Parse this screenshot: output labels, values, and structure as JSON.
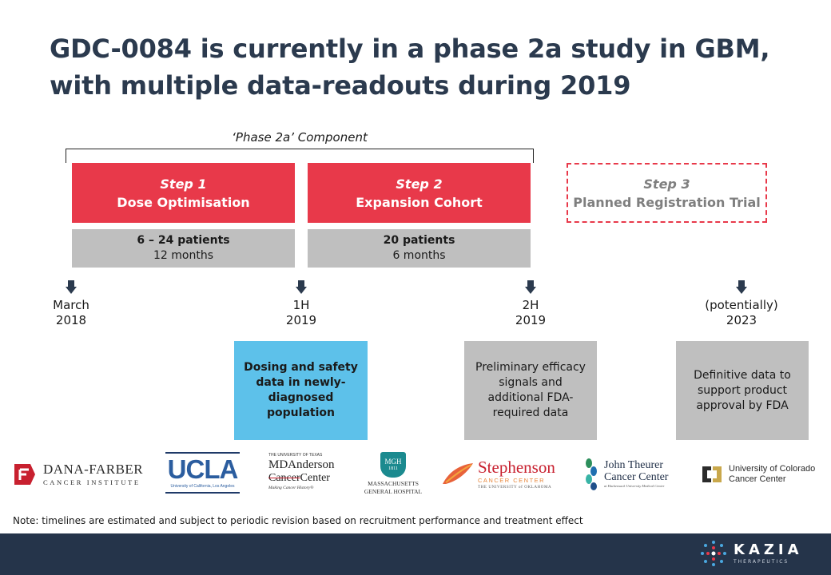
{
  "title": {
    "line1": "GDC-0084 is currently in a phase 2a study in GBM,",
    "line2": "with multiple data-readouts during 2019"
  },
  "component_label": "‘Phase 2a’ Component",
  "steps": [
    {
      "number": "Step 1",
      "name": "Dose Optimisation"
    },
    {
      "number": "Step 2",
      "name": "Expansion Cohort"
    },
    {
      "number": "Step 3",
      "name": "Planned Registration Trial"
    }
  ],
  "patients": [
    {
      "count": "6 – 24 patients",
      "duration": "12 months"
    },
    {
      "count": "20 patients",
      "duration": "6 months"
    }
  ],
  "milestones": [
    {
      "line1": "March",
      "line2": "2018"
    },
    {
      "line1": "1H",
      "line2": "2019"
    },
    {
      "line1": "2H",
      "line2": "2019"
    },
    {
      "line1": "(potentially)",
      "line2": "2023"
    }
  ],
  "readouts": [
    "Dosing and safety data in newly-diagnosed population",
    "Preliminary efficacy signals and additional FDA-required data",
    "Definitive data to support product approval by FDA"
  ],
  "logos": {
    "dana_farber": {
      "line1": "DANA-FARBER",
      "line2": "CANCER INSTITUTE"
    },
    "ucla": {
      "name": "UCLA",
      "sub": "University of California, Los Angeles"
    },
    "md_anderson": {
      "top": "THE UNIVERSITY OF TEXAS",
      "name": "MDAnderson",
      "line2a": "Cancer",
      "line2b": "Center",
      "tagline": "Making Cancer History®"
    },
    "mgh": {
      "badge": "MGH",
      "year": "1811",
      "line1": "MASSACHUSETTS",
      "line2": "GENERAL HOSPITAL"
    },
    "stephenson": {
      "name": "Stephenson",
      "sub": "CANCER CENTER",
      "univ": "THE UNIVERSITY of OKLAHOMA"
    },
    "theurer": {
      "line1": "John Theurer",
      "line2": "Cancer Center",
      "sub": "at Hackensack University Medical Center"
    },
    "colorado": {
      "line1": "University of Colorado",
      "line2": "Cancer Center"
    }
  },
  "note": "Note: timelines are estimated and subject to periodic revision based on recruitment performance and treatment effect",
  "brand": {
    "name": "KAZIA",
    "sub": "THERAPEUTICS"
  },
  "colors": {
    "red": "#e8394a",
    "blue": "#5dc1ea",
    "grey": "#bfbfbf",
    "navy": "#25344a",
    "title": "#2b3a4e"
  }
}
